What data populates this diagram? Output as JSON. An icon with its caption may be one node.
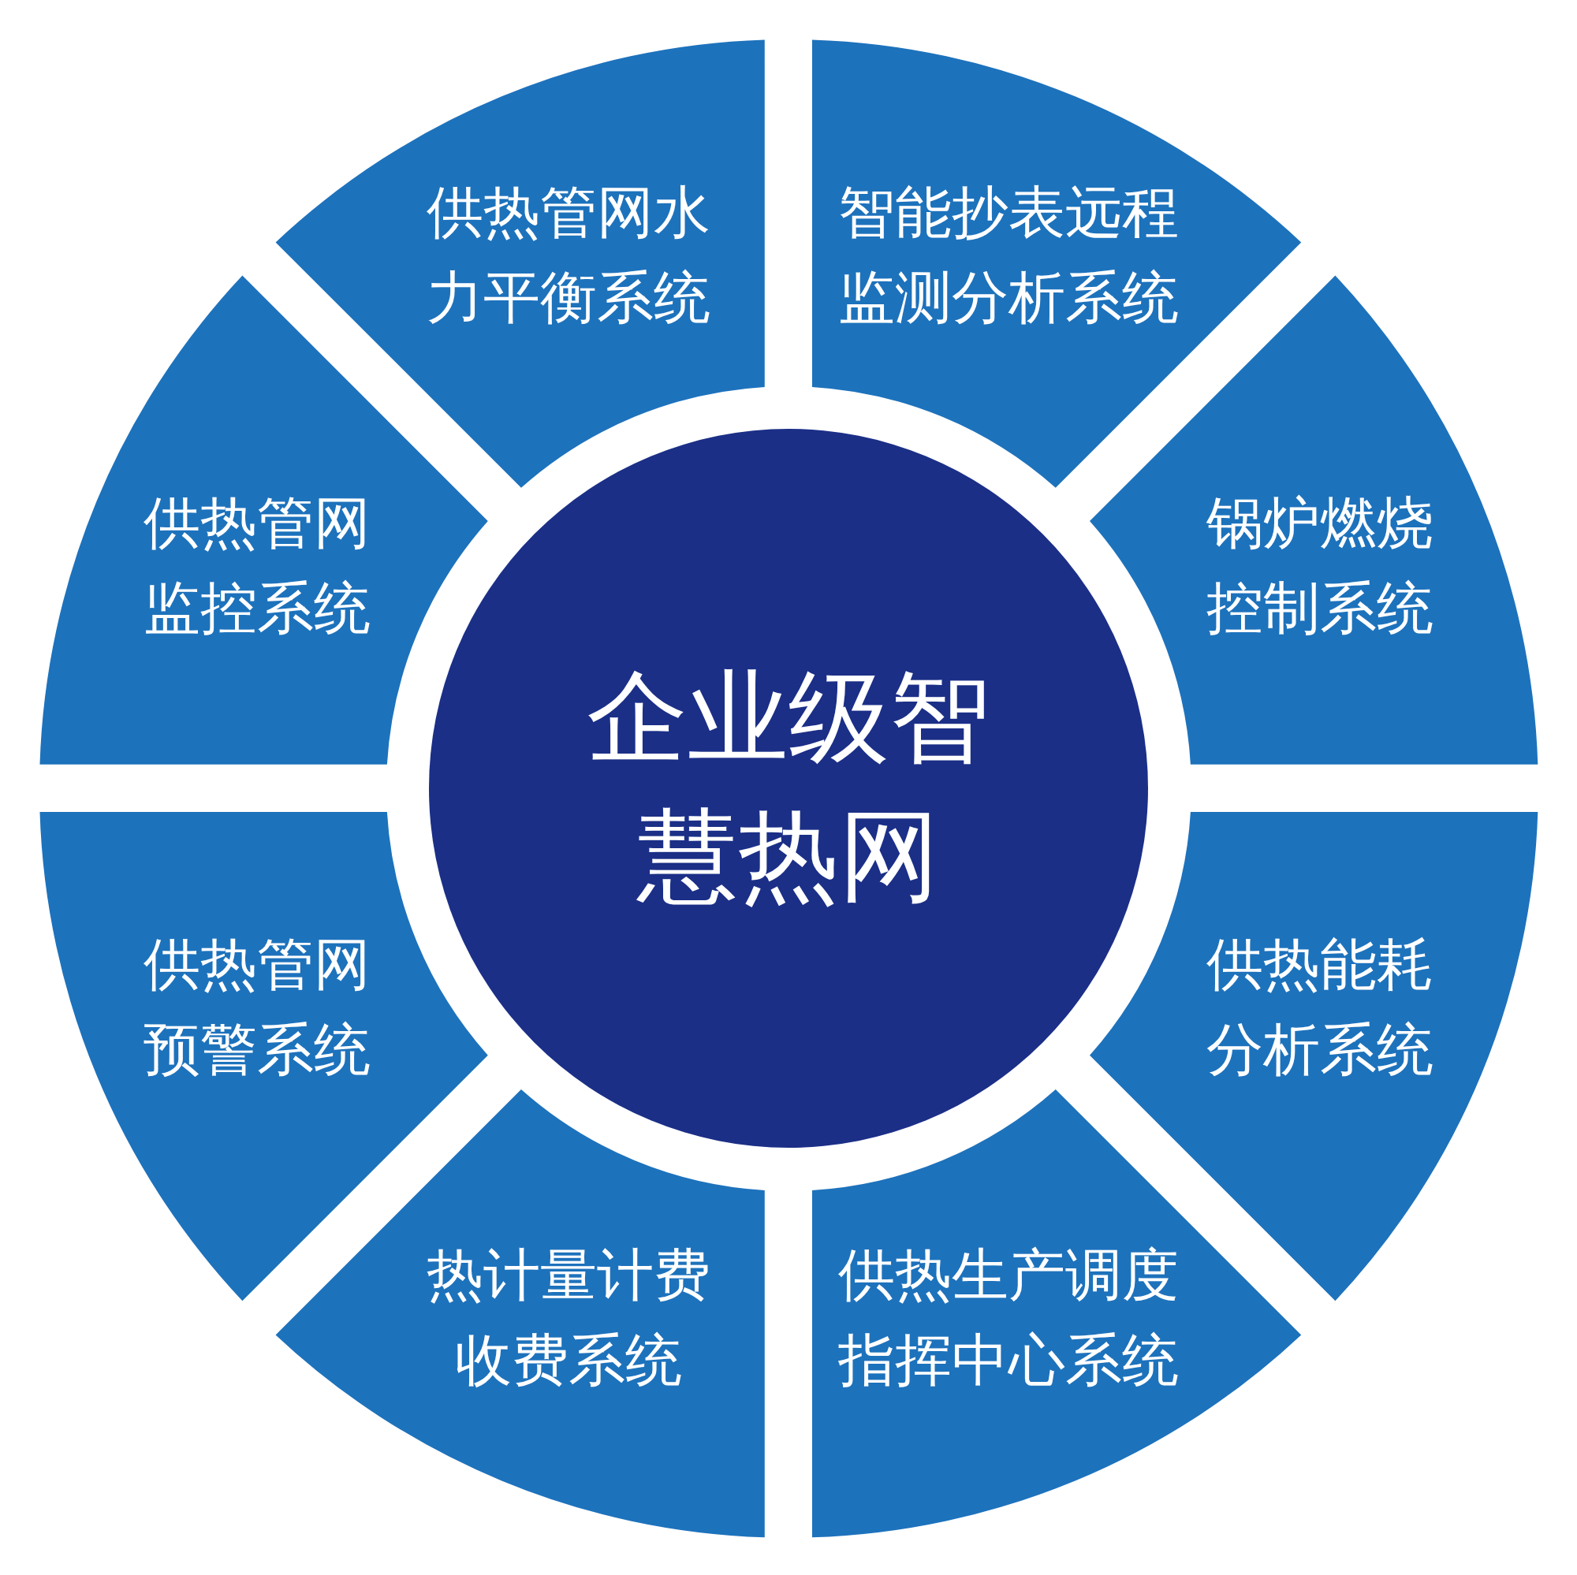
{
  "diagram": {
    "nodes": [
      {
        "text": [
          "企业级智慧热网"
        ]
      },
      {
        "text": [
          "供热管网水力平衡系统"
        ]
      },
      {
        "text": [
          "智能抄表远程监测分析系统"
        ]
      },
      {
        "text": [
          "锅炉燃烧控制系统"
        ]
      },
      {
        "text": [
          "供热能耗分析系统"
        ]
      },
      {
        "text": [
          "供热生产调度指挥中心系统"
        ]
      },
      {
        "text": [
          "热计量计费收费系统"
        ]
      },
      {
        "text": [
          "供热管网预警系统"
        ]
      },
      {
        "text": [
          "供热管网监控系统"
        ]
      }
    ]
  }
}
